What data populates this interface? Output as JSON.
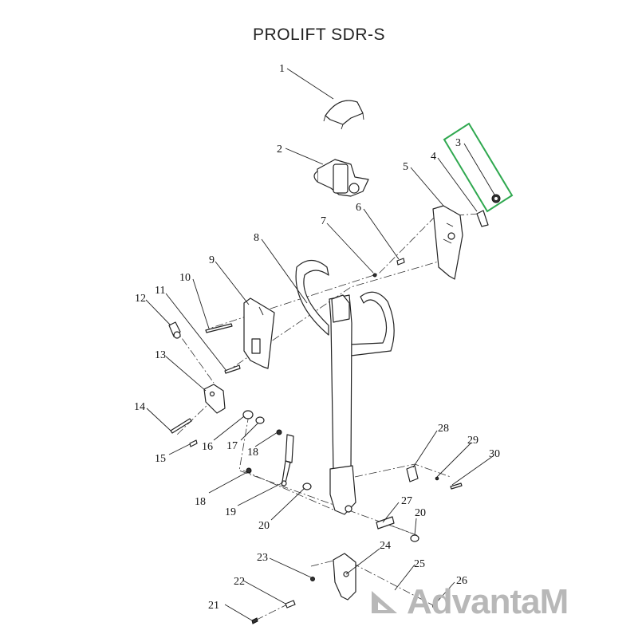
{
  "title": "PROLIFT SDR-S",
  "highlight_color": "#2fa84f",
  "watermark": {
    "text": "AdvantaM",
    "icon": "advantam-logo-icon"
  },
  "callouts": {
    "c1": "1",
    "c2": "2",
    "c3": "3",
    "c4": "4",
    "c5": "5",
    "c6": "6",
    "c7": "7",
    "c8": "8",
    "c9": "9",
    "c10": "10",
    "c11": "11",
    "c12": "12",
    "c13": "13",
    "c14": "14",
    "c15": "15",
    "c16": "16",
    "c17": "17",
    "c18a": "18",
    "c18b": "18",
    "c19": "19",
    "c20a": "20",
    "c20b": "20",
    "c21": "21",
    "c22": "22",
    "c23": "23",
    "c24": "24",
    "c25": "25",
    "c26": "26",
    "c27": "27",
    "c28": "28",
    "c29": "29",
    "c30": "30"
  }
}
